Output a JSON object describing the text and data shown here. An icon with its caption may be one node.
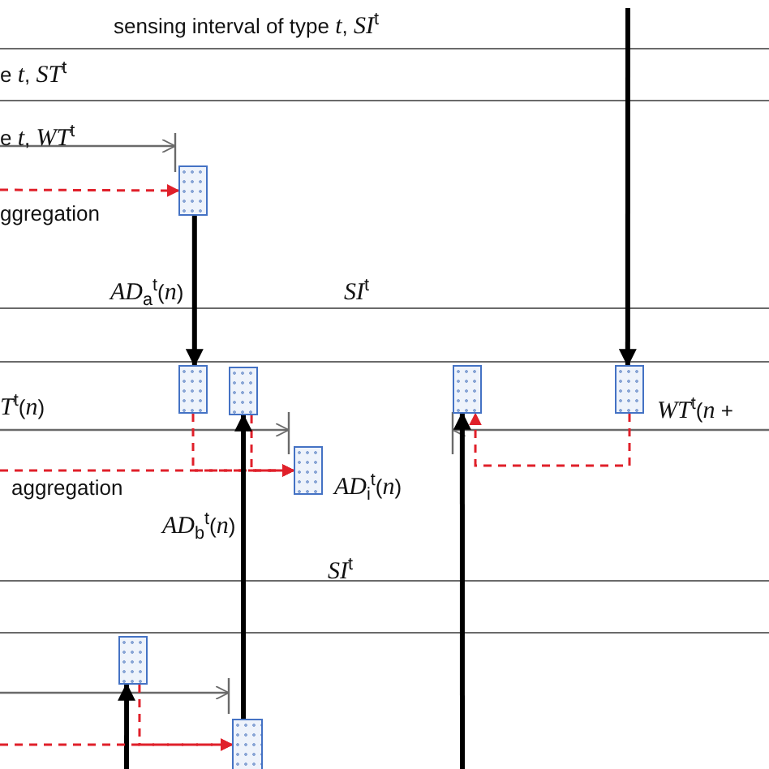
{
  "diagram": {
    "nodes": [
      {
        "text": [],
        "shape": "box"
      },
      {
        "text": [],
        "shape": "box"
      },
      {
        "text": [],
        "shape": "box"
      },
      {
        "text": [],
        "shape": "box"
      },
      {
        "text": [],
        "shape": "box"
      },
      {
        "text": [],
        "shape": "box",
        "beside": [
          "*AD*$_{i}$$^{t}$(*n*)"
        ]
      },
      {
        "text": [],
        "shape": "box"
      },
      {
        "text": [],
        "shape": "box"
      }
    ],
    "edges": [
      {
        "from": null,
        "to": 0,
        "arrow": "to",
        "style": "dashed",
        "color": "#e0202a"
      },
      {
        "from": 0,
        "to": 1,
        "arrow": "to",
        "style": "thick",
        "color": "#000000",
        "label": "*AD*$_{a}$$^{t}$(*n*)"
      },
      {
        "from": null,
        "to": 4,
        "arrow": "to",
        "style": "thick",
        "color": "#000000"
      },
      {
        "from": 1,
        "to": 5,
        "arrow": "to",
        "style": "dashed",
        "color": "#e0202a"
      },
      {
        "from": 2,
        "to": 5,
        "arrow": "to",
        "style": "dashed",
        "color": "#e0202a"
      },
      {
        "from": null,
        "to": 5,
        "arrow": "to",
        "style": "dashed",
        "color": "#e0202a"
      },
      {
        "from": 4,
        "to": 3,
        "arrow": "to",
        "style": "dashed",
        "color": "#e0202a"
      },
      {
        "from": 7,
        "to": 2,
        "arrow": "to",
        "style": "thick",
        "color": "#000000",
        "label": "*AD*$_{b}$$^{t}$(*n*)"
      },
      {
        "from": null,
        "to": 3,
        "arrow": "to",
        "style": "thick",
        "color": "#000000"
      },
      {
        "from": null,
        "to": 6,
        "arrow": "to",
        "style": "thick",
        "color": "#000000"
      },
      {
        "from": 6,
        "to": 7,
        "arrow": "to",
        "style": "dashed",
        "color": "#e0202a"
      },
      {
        "from": null,
        "to": 7,
        "arrow": "to",
        "style": "dashed",
        "color": "#e0202a"
      }
    ],
    "labels": [
      "sensing interval of type *t*, *SI*$^{t}$",
      "e *t*, *ST*$^{t}$",
      "e *t*, *WT*$^{t}$",
      "ggregation",
      "*SI*$^{t}$",
      "*T*$^{t}$(*n*)",
      "*WT*$^{t}$(*n* +",
      "aggregation",
      "*SI*$^{t}$"
    ]
  }
}
